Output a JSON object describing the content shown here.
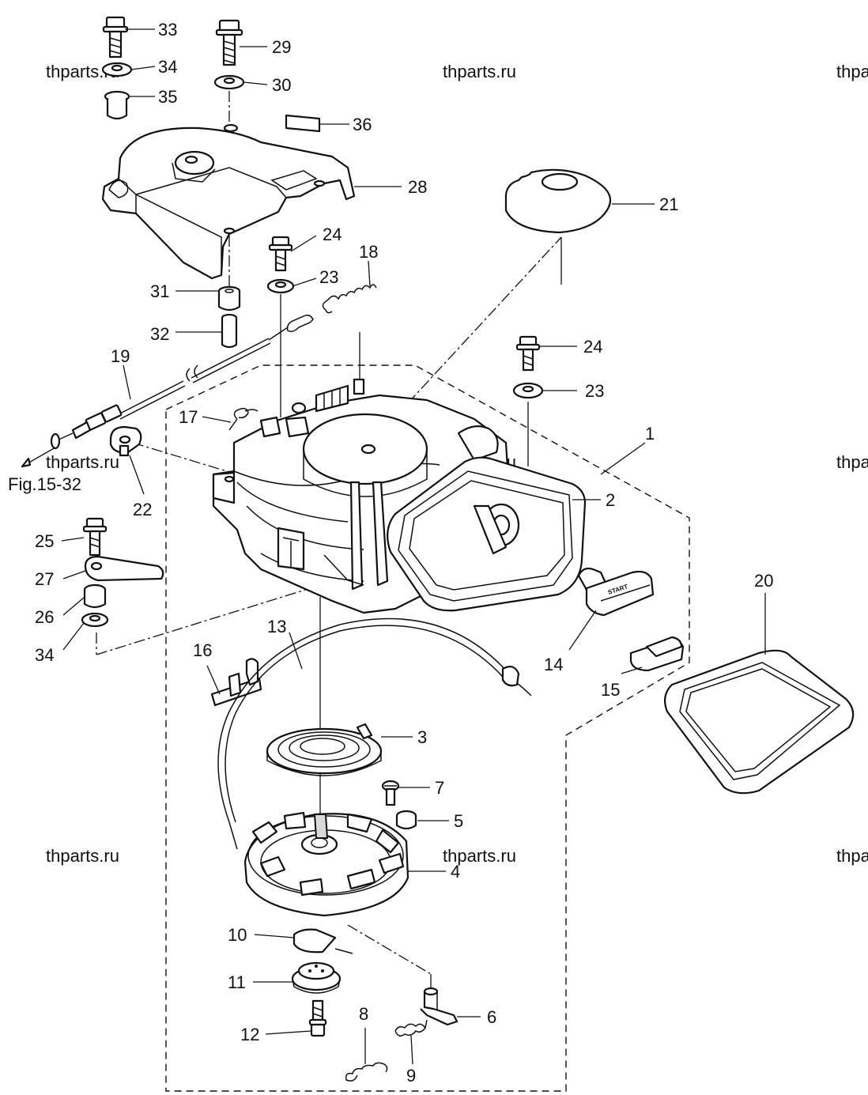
{
  "watermark": "thparts.ru",
  "figure_ref": "Fig.15-32",
  "handle_text": "START",
  "callouts": {
    "c1": "1",
    "c2": "2",
    "c3": "3",
    "c4": "4",
    "c5": "5",
    "c6": "6",
    "c7": "7",
    "c8": "8",
    "c9": "9",
    "c10": "10",
    "c11": "11",
    "c12": "12",
    "c13": "13",
    "c14": "14",
    "c15": "15",
    "c16": "16",
    "c17": "17",
    "c18": "18",
    "c19": "19",
    "c20": "20",
    "c21": "21",
    "c22": "22",
    "c23a": "23",
    "c23b": "23",
    "c24a": "24",
    "c24b": "24",
    "c25": "25",
    "c26": "26",
    "c27": "27",
    "c28": "28",
    "c29": "29",
    "c30": "30",
    "c31": "31",
    "c32": "32",
    "c33": "33",
    "c34a": "34",
    "c34b": "34",
    "c35": "35",
    "c36": "36"
  }
}
